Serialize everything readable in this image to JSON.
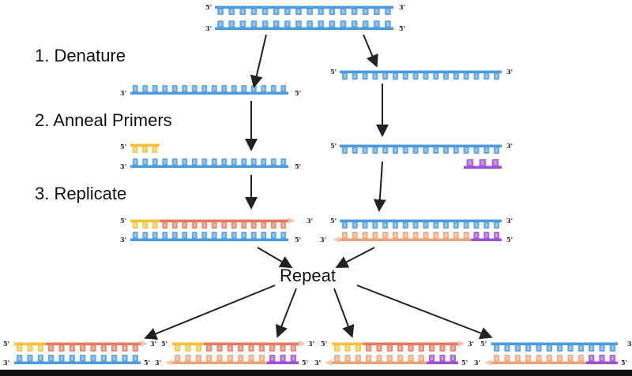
{
  "diagram": {
    "title": "PCR cycle",
    "steps": [
      {
        "number": "1.",
        "label": "Denature"
      },
      {
        "number": "2.",
        "label": "Anneal Primers"
      },
      {
        "number": "3.",
        "label": "Replicate"
      }
    ],
    "repeat_label": "Repeat",
    "end_labels": {
      "five": "5'",
      "three": "3'"
    },
    "colors": {
      "template": "#4a9be0",
      "template_light": "#8cc8f2",
      "forward_primer": "#f2c23a",
      "reverse_primer": "#9b4fd6",
      "new_strand_forward": "#e57a5e",
      "new_strand_reverse": "#eba374",
      "arrow": "#222222"
    },
    "strands": {
      "parent": {
        "top": "template",
        "bottom": "template"
      },
      "left_denatured": {
        "strand": "template",
        "orientation": "3'-5'"
      },
      "right_denatured": {
        "strand": "template",
        "orientation": "5'-3'"
      },
      "left_annealed": {
        "primer": "forward_primer",
        "template": "template"
      },
      "right_annealed": {
        "primer": "reverse_primer",
        "template": "template"
      },
      "left_replicated": {
        "new": "new_strand_forward",
        "template": "template"
      },
      "right_replicated": {
        "template": "template",
        "new": "new_strand_reverse"
      }
    },
    "products": [
      {
        "top": "forward_new",
        "bottom": "template"
      },
      {
        "top": "forward_new",
        "bottom": "reverse_new"
      },
      {
        "top": "forward_new",
        "bottom": "reverse_new"
      },
      {
        "top": "template",
        "bottom": "reverse_new"
      }
    ]
  }
}
